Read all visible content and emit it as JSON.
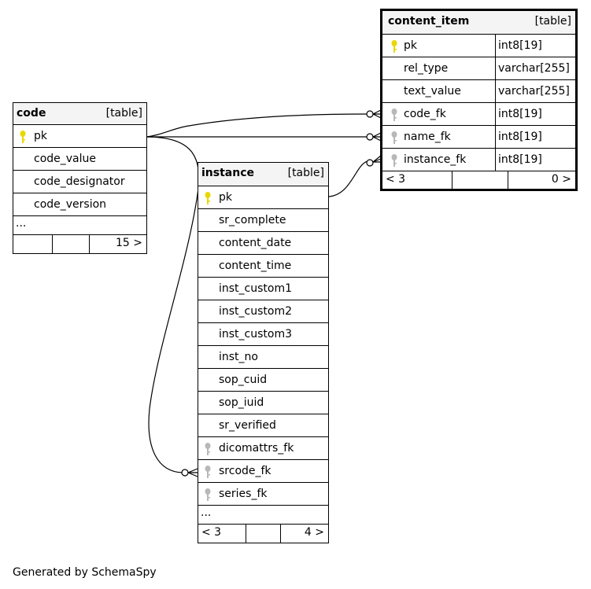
{
  "tables": {
    "code": {
      "name": "code",
      "type": "[table]",
      "columns": [
        {
          "name": "pk",
          "key": "primary"
        },
        {
          "name": "code_value",
          "key": "none"
        },
        {
          "name": "code_designator",
          "key": "none"
        },
        {
          "name": "code_version",
          "key": "none"
        }
      ],
      "more": "...",
      "footer_left": "",
      "footer_right": "15 >"
    },
    "instance": {
      "name": "instance",
      "type": "[table]",
      "columns": [
        {
          "name": "pk",
          "key": "primary"
        },
        {
          "name": "sr_complete",
          "key": "none"
        },
        {
          "name": "content_date",
          "key": "none"
        },
        {
          "name": "content_time",
          "key": "none"
        },
        {
          "name": "inst_custom1",
          "key": "none"
        },
        {
          "name": "inst_custom2",
          "key": "none"
        },
        {
          "name": "inst_custom3",
          "key": "none"
        },
        {
          "name": "inst_no",
          "key": "none"
        },
        {
          "name": "sop_cuid",
          "key": "none"
        },
        {
          "name": "sop_iuid",
          "key": "none"
        },
        {
          "name": "sr_verified",
          "key": "none"
        },
        {
          "name": "dicomattrs_fk",
          "key": "foreign"
        },
        {
          "name": "srcode_fk",
          "key": "foreign"
        },
        {
          "name": "series_fk",
          "key": "foreign"
        }
      ],
      "more": "...",
      "footer_left": "< 3",
      "footer_right": "4 >"
    },
    "content_item": {
      "name": "content_item",
      "type": "[table]",
      "columns": [
        {
          "name": "pk",
          "key": "primary",
          "datatype": "int8[19]"
        },
        {
          "name": "rel_type",
          "key": "none",
          "datatype": "varchar[255]"
        },
        {
          "name": "text_value",
          "key": "none",
          "datatype": "varchar[255]"
        },
        {
          "name": "code_fk",
          "key": "foreign",
          "datatype": "int8[19]"
        },
        {
          "name": "name_fk",
          "key": "foreign",
          "datatype": "int8[19]"
        },
        {
          "name": "instance_fk",
          "key": "foreign",
          "datatype": "int8[19]"
        }
      ],
      "footer_left": "< 3",
      "footer_right": "0 >"
    }
  },
  "colors": {
    "primary_key": "#e8d800",
    "foreign_key": "#b8b8b8",
    "header_bg": "#f4f4f4",
    "line": "#000000"
  },
  "caption": "Generated by SchemaSpy"
}
